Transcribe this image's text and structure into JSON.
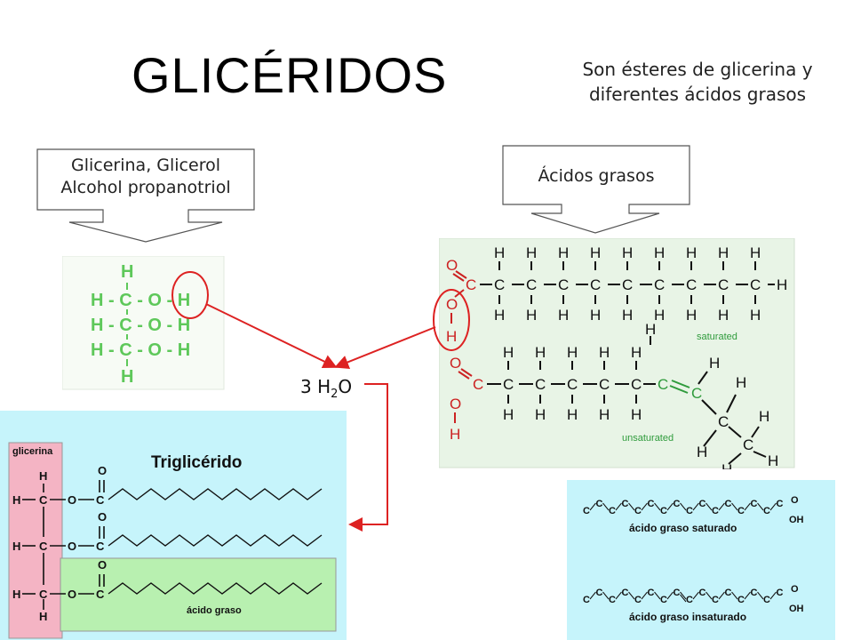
{
  "title": "GLICÉRIDOS",
  "subtitle": "Son ésteres de glicerina y diferentes ácidos grasos",
  "glycerol_callout": {
    "line1": "Glicerina, Glicerol",
    "line2": "Alcohol propanotriol"
  },
  "acids_callout": {
    "label": "Ácidos grasos"
  },
  "glycerol_formula": {
    "top_h": "H",
    "rows": [
      "H - C - O - H",
      "H - C - O - H",
      "H - C - O - H"
    ],
    "bottom_h": "H"
  },
  "water": {
    "coef": "3 H",
    "sub": "2",
    "tail": "O"
  },
  "fatty_acids_panel": {
    "saturated_tag": "saturated",
    "unsaturated_tag": "unsaturated",
    "atoms": {
      "c": "C",
      "h": "H",
      "o": "O"
    }
  },
  "triglyceride": {
    "title": "Triglicérido",
    "glycerol_tag": "glicerina",
    "fatty_acid_tag": "ácido graso"
  },
  "fatty_acid_examples": {
    "saturated_caption": "ácido graso saturado",
    "unsaturated_caption": "ácido graso insaturado",
    "oh_label": "OH",
    "o_label": "O",
    "c_label": "C"
  },
  "colors": {
    "accent_red": "#dd2222",
    "glycerol_green": "#5ec85a",
    "panel_cyan": "#c6f4fb",
    "panel_green": "#e8f4e6"
  }
}
